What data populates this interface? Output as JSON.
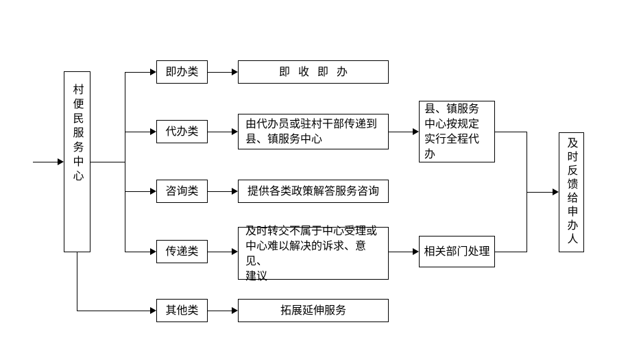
{
  "diagram": {
    "background_color": "#ffffff",
    "line_color": "#000000",
    "start": {
      "label": "村便民服务中心"
    },
    "rows": [
      {
        "category": "即办类",
        "action": "即收即办"
      },
      {
        "category": "代办类",
        "action": "由代办员或驻村干部传递到\n县、镇服务中心",
        "followup": "县、镇服务中心按规定实行全程代办"
      },
      {
        "category": "咨询类",
        "action": "提供各类政策解答服务咨询"
      },
      {
        "category": "传递类",
        "action": "及时转交不属于中心受理或\n中心难以解决的诉求、意见、\n建议",
        "followup": "相关部门处理"
      },
      {
        "category": "其他类",
        "action": "拓展延伸服务"
      }
    ],
    "end": {
      "label": "及时反馈给申办人"
    }
  }
}
